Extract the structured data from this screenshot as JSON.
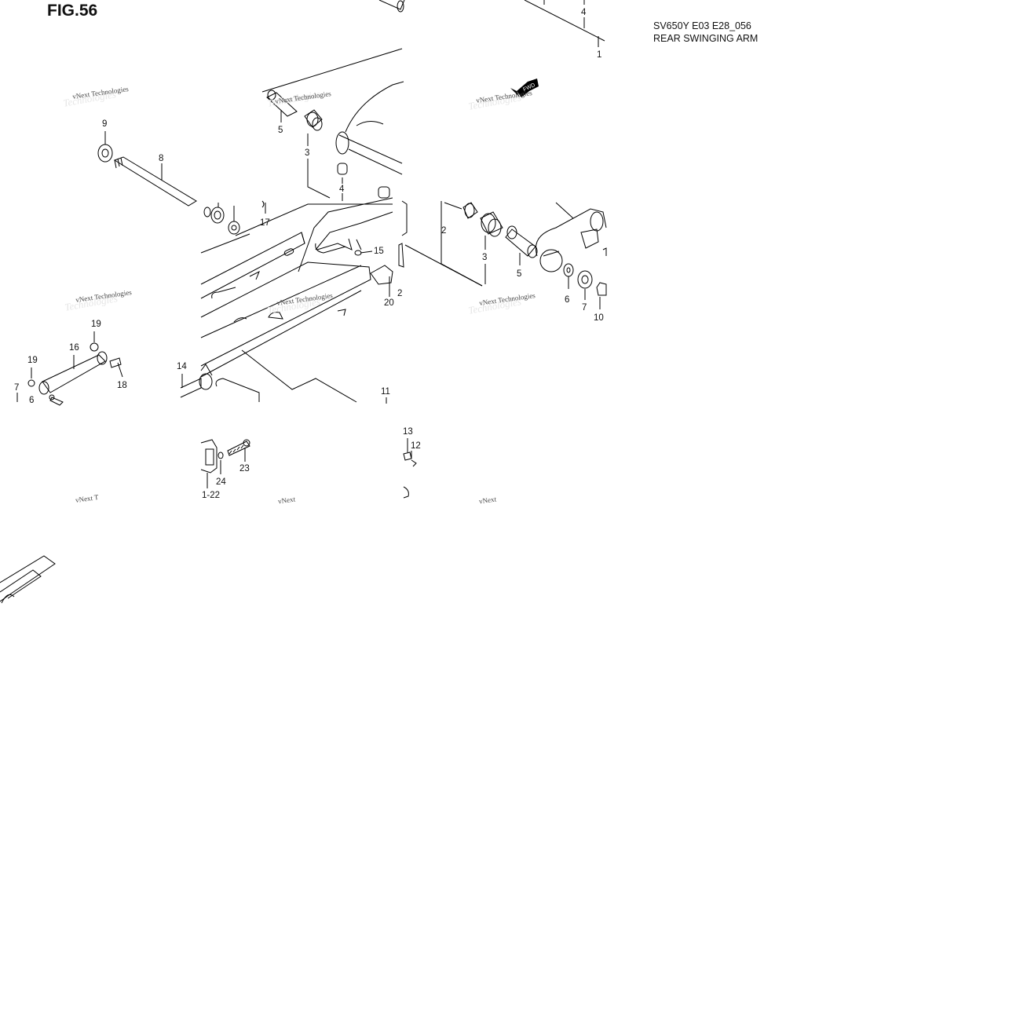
{
  "figure": {
    "title": "FIG.56"
  },
  "model": {
    "code": "SV650Y E03 E28_056",
    "name": "REAR SWINGING ARM"
  },
  "callouts": [
    {
      "id": "c1",
      "text": "1"
    },
    {
      "id": "c4top",
      "text": "4"
    },
    {
      "id": "c9",
      "text": "9"
    },
    {
      "id": "c8",
      "text": "8"
    },
    {
      "id": "c5a",
      "text": "5"
    },
    {
      "id": "c3a",
      "text": "3"
    },
    {
      "id": "c4b",
      "text": "4"
    },
    {
      "id": "c17",
      "text": "17"
    },
    {
      "id": "c15",
      "text": "15"
    },
    {
      "id": "c20",
      "text": "20"
    },
    {
      "id": "c2a",
      "text": "2"
    },
    {
      "id": "c2b",
      "text": "2"
    },
    {
      "id": "c3b",
      "text": "3"
    },
    {
      "id": "c5b",
      "text": "5"
    },
    {
      "id": "c6a",
      "text": "6"
    },
    {
      "id": "c7a",
      "text": "7"
    },
    {
      "id": "c10",
      "text": "10"
    },
    {
      "id": "c19a",
      "text": "19"
    },
    {
      "id": "c16",
      "text": "16"
    },
    {
      "id": "c19b",
      "text": "19"
    },
    {
      "id": "c18",
      "text": "18"
    },
    {
      "id": "c7b",
      "text": "7"
    },
    {
      "id": "c6b",
      "text": "6"
    },
    {
      "id": "c14",
      "text": "14"
    },
    {
      "id": "c11",
      "text": "11"
    },
    {
      "id": "c13",
      "text": "13"
    },
    {
      "id": "c12",
      "text": "12"
    },
    {
      "id": "c23",
      "text": "23"
    },
    {
      "id": "c24",
      "text": "24"
    },
    {
      "id": "c122",
      "text": "1-22"
    }
  ],
  "watermark": {
    "text": "vNext Technologies",
    "logo": "Technologies",
    "short": "vNext T",
    "short2": "vNext"
  },
  "icons": {
    "fwd_arrow": "fwd-arrow-icon",
    "fwd_text": "FWD"
  }
}
